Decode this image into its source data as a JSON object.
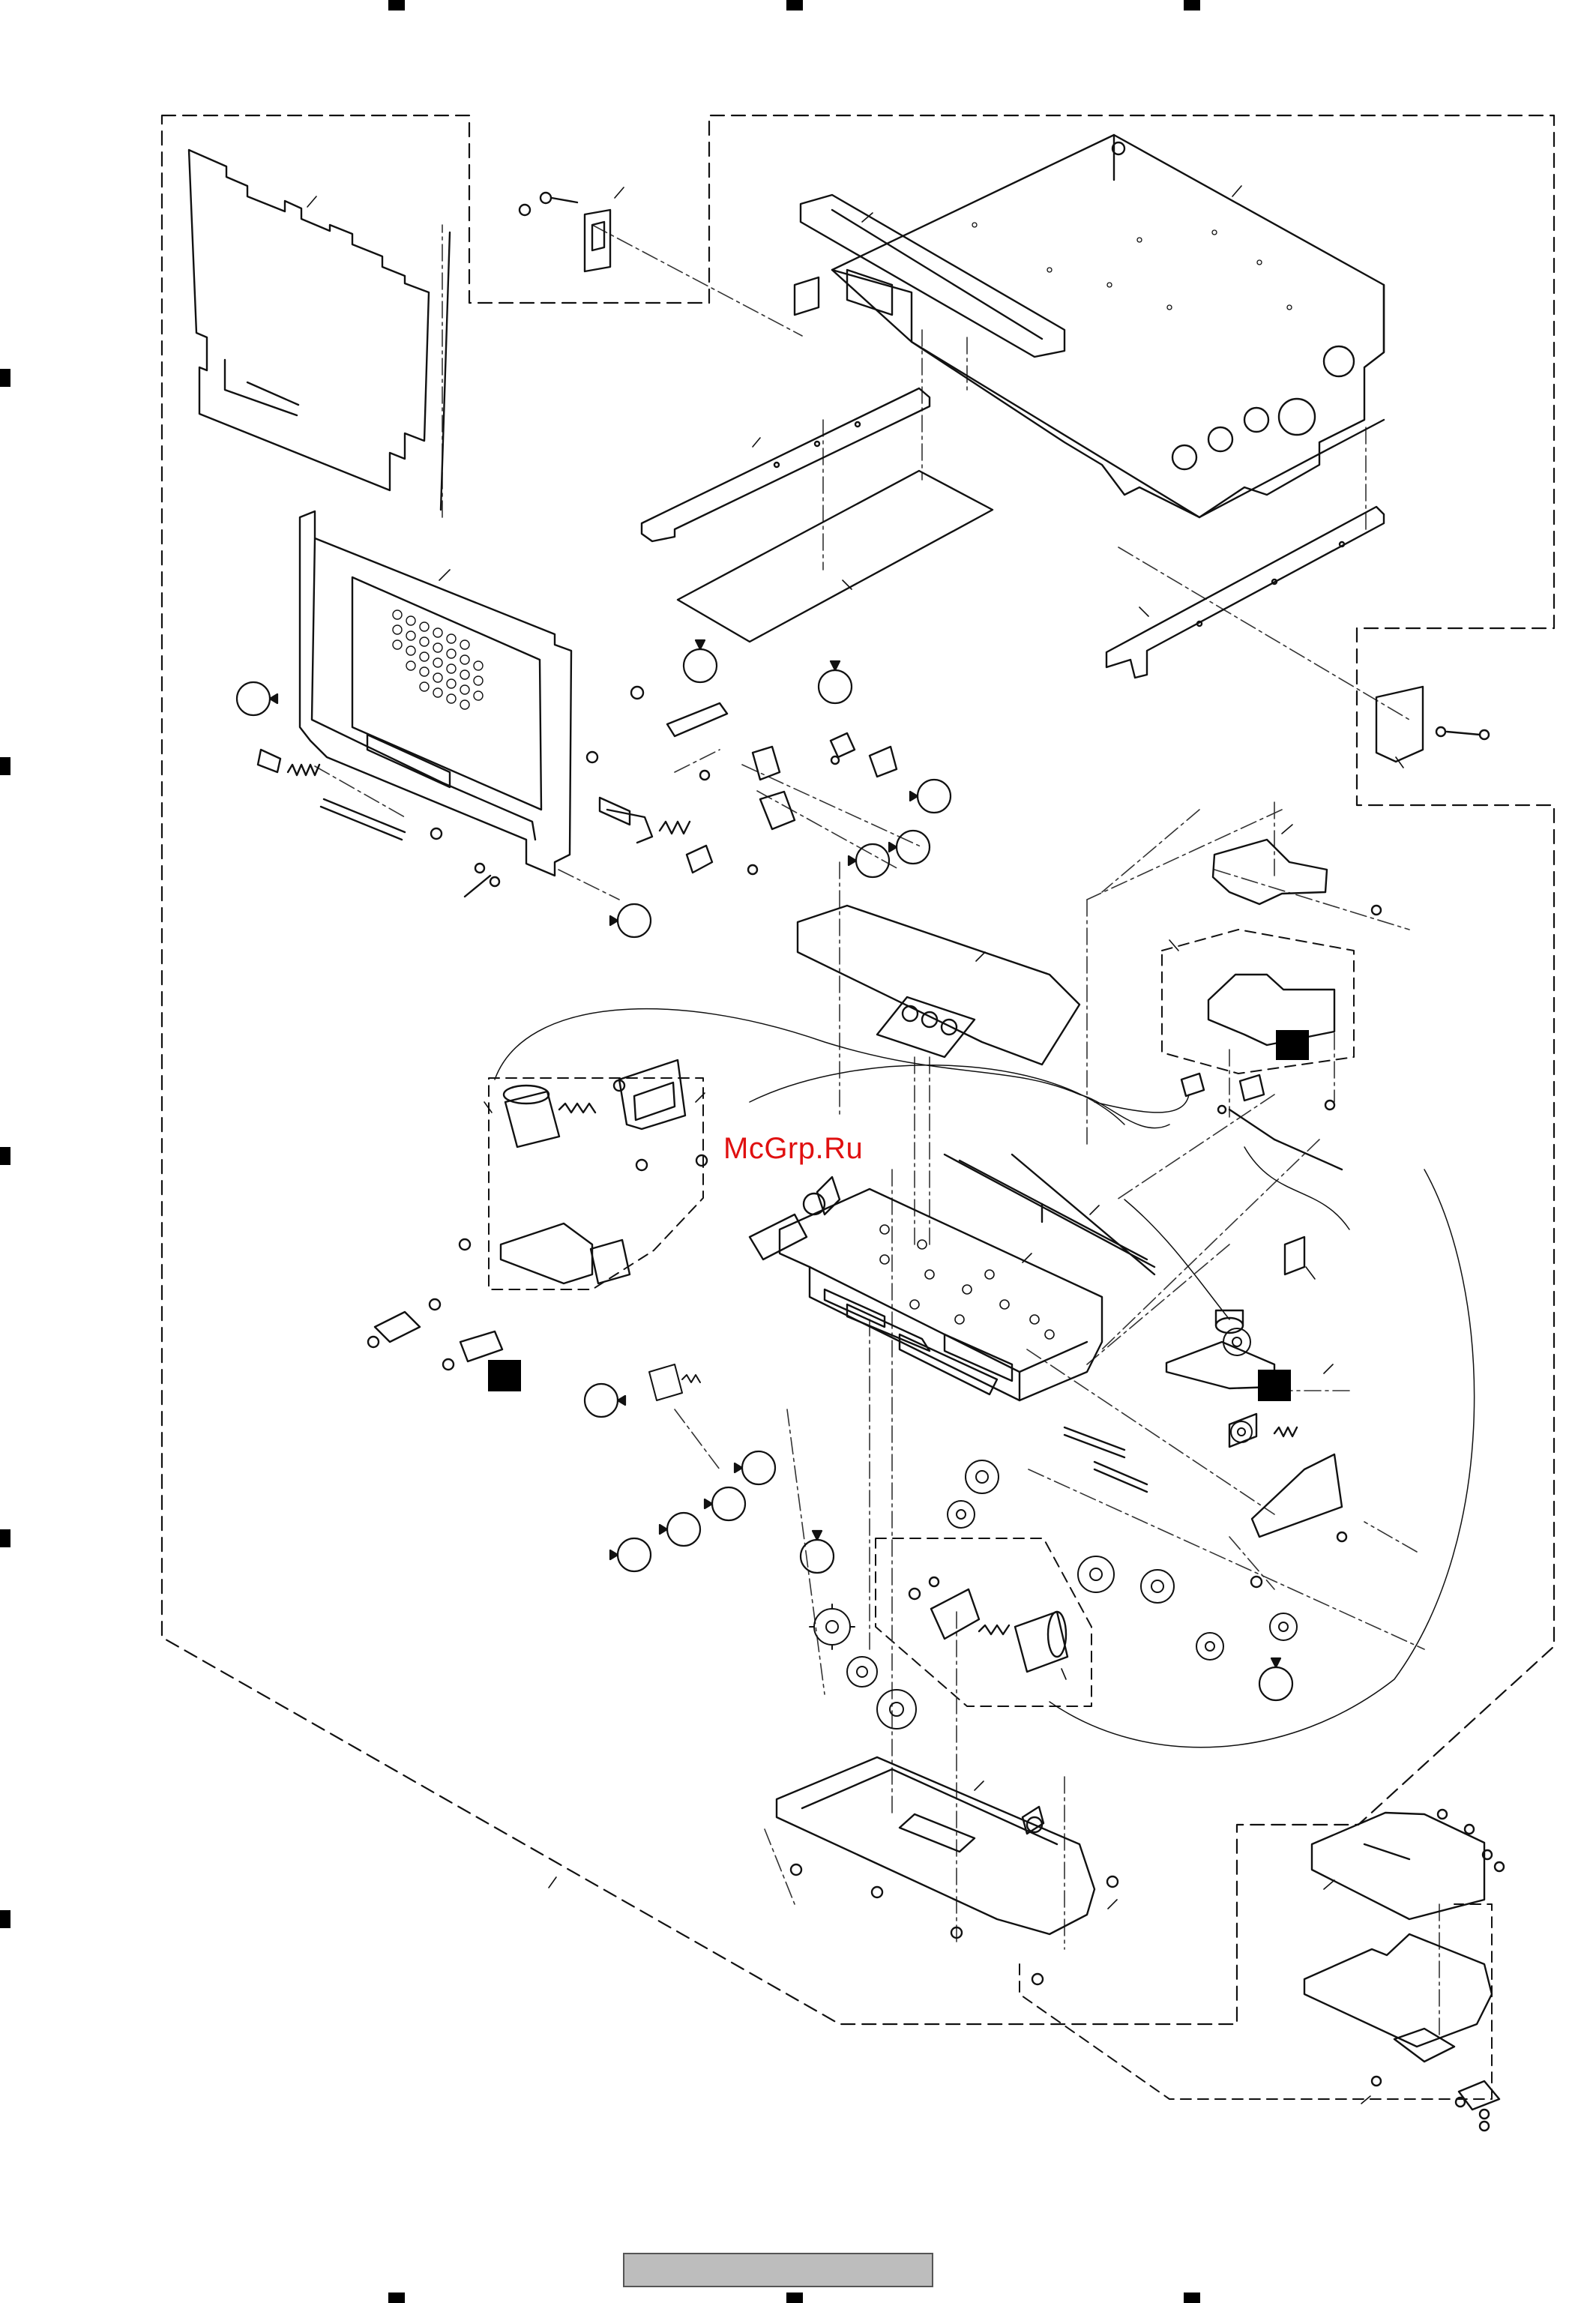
{
  "watermark": "McGrp.Ru",
  "colors": {
    "line": "#111111",
    "leader": "#333333",
    "watermark": "#e01010",
    "footer_bar": "#bdbdbd"
  },
  "icons": {
    "registration_mark": "filled-square",
    "reference_callout": "circle-with-arrow",
    "connection_marker": "filled-square"
  }
}
